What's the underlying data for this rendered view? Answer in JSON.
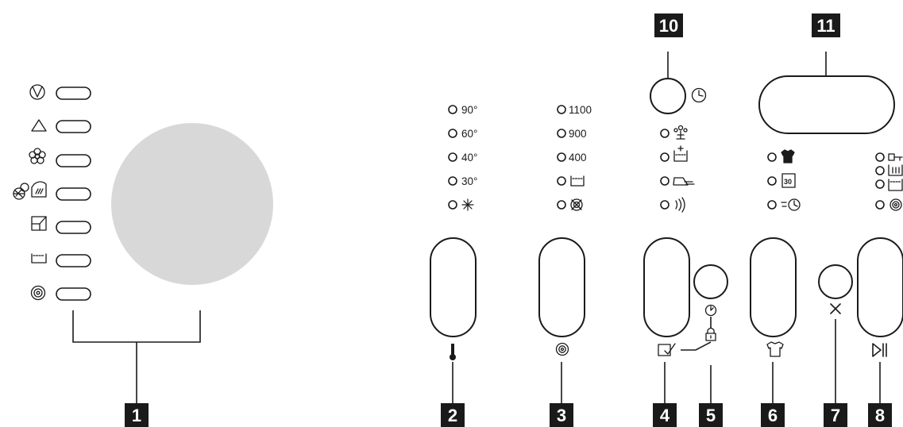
{
  "callouts": [
    "1",
    "2",
    "3",
    "4",
    "5",
    "6",
    "7",
    "8",
    "10",
    "11"
  ],
  "programme_selector": {
    "icons": [
      "cotton-eco-icon",
      "synthetics-icon",
      "delicates-icon",
      "wool-handwash-icon",
      "duvet-icon",
      "rinse-icon",
      "spin-icon"
    ]
  },
  "temperature": {
    "options": [
      "90°",
      "60°",
      "40°",
      "30°"
    ],
    "cold_icon": "cold-wash-icon",
    "button_icon": "thermometer-icon"
  },
  "spin": {
    "options": [
      "1100",
      "900",
      "400"
    ],
    "extra_icons": [
      "rinse-hold-icon",
      "no-spin-icon"
    ],
    "button_icon": "spin-icon"
  },
  "options": {
    "indicators": [
      "stain-icon",
      "extra-rinse-icon",
      "easy-iron-icon",
      "quick-icon"
    ],
    "button_icon": "option-check-icon"
  },
  "delay_start": {
    "icon": "clock-icon",
    "lock_icon": "lock-icon",
    "timer_icon": "timer-icon"
  },
  "time_manager": {
    "indicators": [
      "time-shirt-icon",
      "time-30-icon",
      "time-save-icon"
    ],
    "button_icon": "shirt-icon"
  },
  "status": {
    "indicators": [
      "door-locked-icon",
      "washing-icon",
      "rinse-status-icon",
      "spin-status-icon"
    ]
  },
  "cancel": {
    "icon": "cancel-icon"
  },
  "start_pause": {
    "icon": "start-pause-icon"
  },
  "colors": {
    "ink": "#1a1a1a",
    "dial": "#d8d8d8",
    "badge": "#1a1a1a",
    "badge_text": "#ffffff"
  }
}
